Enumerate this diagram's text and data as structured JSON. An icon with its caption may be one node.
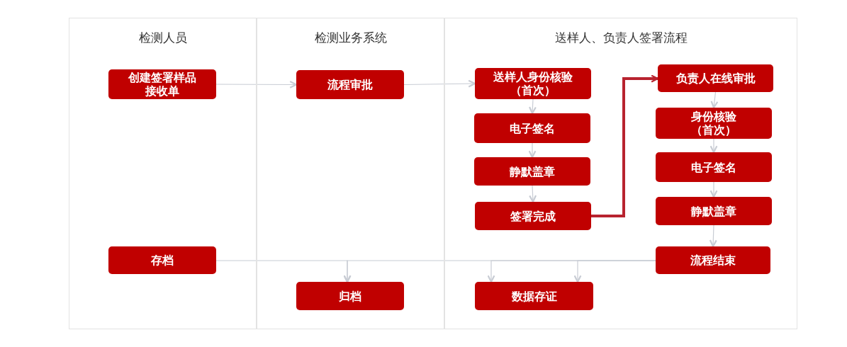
{
  "diagram": {
    "nodes": [
      {
        "text": [
          "检测人员"
        ]
      },
      {
        "text": [
          "检测业务系统"
        ]
      },
      {
        "text": [
          "送样人、负责人签署流程"
        ]
      },
      {
        "text": [
          "创建签署样品接收单"
        ],
        "in": 0
      },
      {
        "text": [
          "流程审批"
        ],
        "in": 1
      },
      {
        "text": [
          "送样人身份核验（首次）"
        ],
        "in": 2
      },
      {
        "text": [
          "电子签名"
        ],
        "in": 2
      },
      {
        "text": [
          "静默盖章"
        ],
        "in": 2
      },
      {
        "text": [
          "签署完成"
        ],
        "in": 2
      },
      {
        "text": [
          "负责人在线审批"
        ],
        "in": 2
      },
      {
        "text": [
          "身份核验（首次）"
        ],
        "in": 2
      },
      {
        "text": [
          "电子签名"
        ],
        "in": 2
      },
      {
        "text": [
          "静默盖章"
        ],
        "in": 2
      },
      {
        "text": [
          "流程结束"
        ],
        "in": 2
      },
      {
        "text": [
          "存档"
        ],
        "in": 0
      },
      {
        "text": [
          "归档"
        ],
        "in": 1
      },
      {
        "text": [
          "数据存证"
        ],
        "in": 2
      }
    ],
    "edges": [
      {
        "from": 3,
        "to": 4,
        "arrow": "to"
      },
      {
        "from": 4,
        "to": 5,
        "arrow": "to"
      },
      {
        "from": 5,
        "to": 6,
        "arrow": "to"
      },
      {
        "from": 6,
        "to": 7,
        "arrow": "to"
      },
      {
        "from": 7,
        "to": 8,
        "arrow": "to"
      },
      {
        "from": 8,
        "to": 9,
        "arrow": "to",
        "style": "thick",
        "color": "#b8232f"
      },
      {
        "from": 9,
        "to": 10,
        "arrow": "to"
      },
      {
        "from": 10,
        "to": 11,
        "arrow": "to"
      },
      {
        "from": 11,
        "to": 12,
        "arrow": "to"
      },
      {
        "from": 12,
        "to": 13,
        "arrow": "to"
      },
      {
        "from": 14,
        "to": 15,
        "arrow": "to"
      },
      {
        "from": 13,
        "to": 15,
        "arrow": "to"
      },
      {
        "from": 13,
        "to": 16,
        "arrow": "to"
      },
      {
        "from": 13,
        "to": 16,
        "arrow": "to"
      }
    ]
  }
}
